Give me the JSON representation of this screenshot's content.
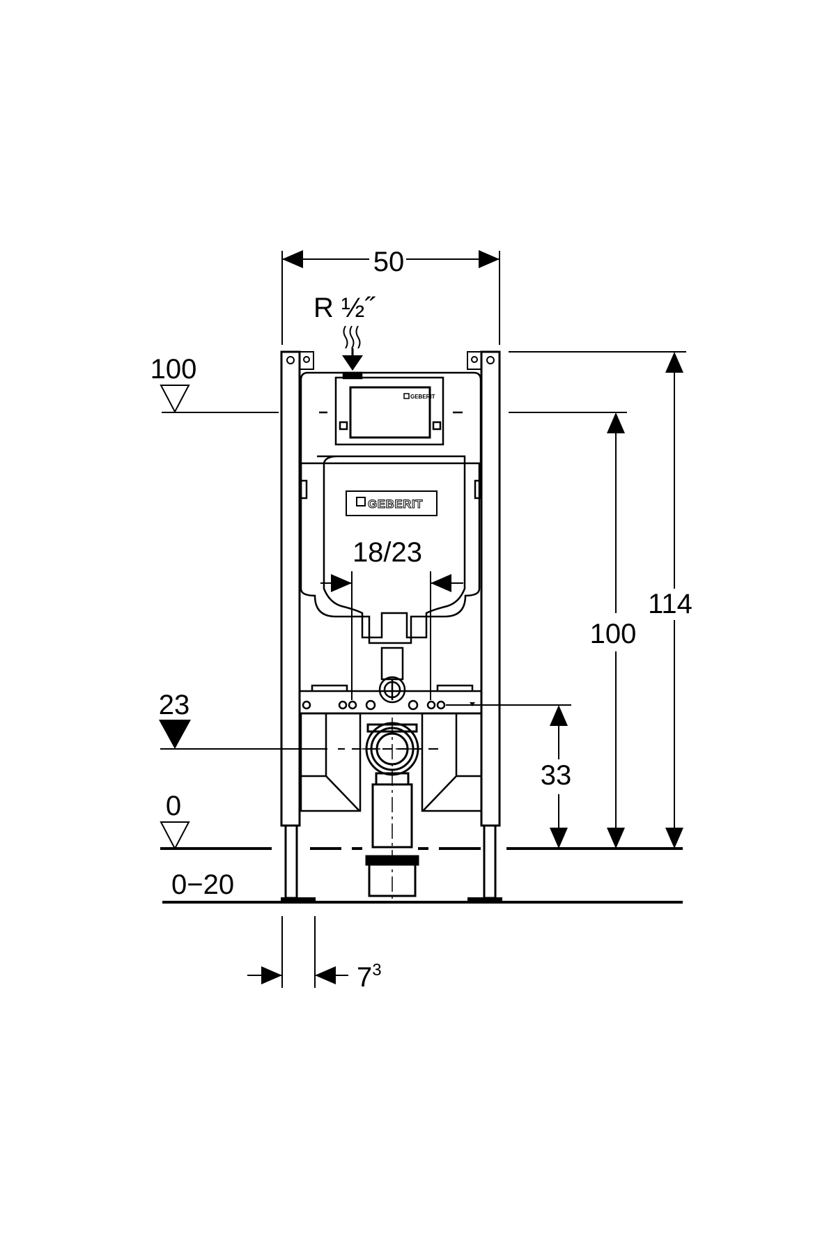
{
  "diagram": {
    "dimensions": {
      "frame_width": "50",
      "water_inlet": "R ½˝",
      "level_top": "100",
      "flush_plate_height": "100",
      "total_height": "114",
      "bolt_spacing": "18/23",
      "level_drain": "23",
      "drain_height": "33",
      "level_floor": "0",
      "floor_adjust": "0−20",
      "foot_depth_base": "7",
      "foot_depth_sup": "3"
    },
    "brand": {
      "logo_text": "GEBERIT",
      "small_logo_text": "GEBERIT"
    },
    "colors": {
      "line": "#000000",
      "background": "#ffffff"
    }
  }
}
